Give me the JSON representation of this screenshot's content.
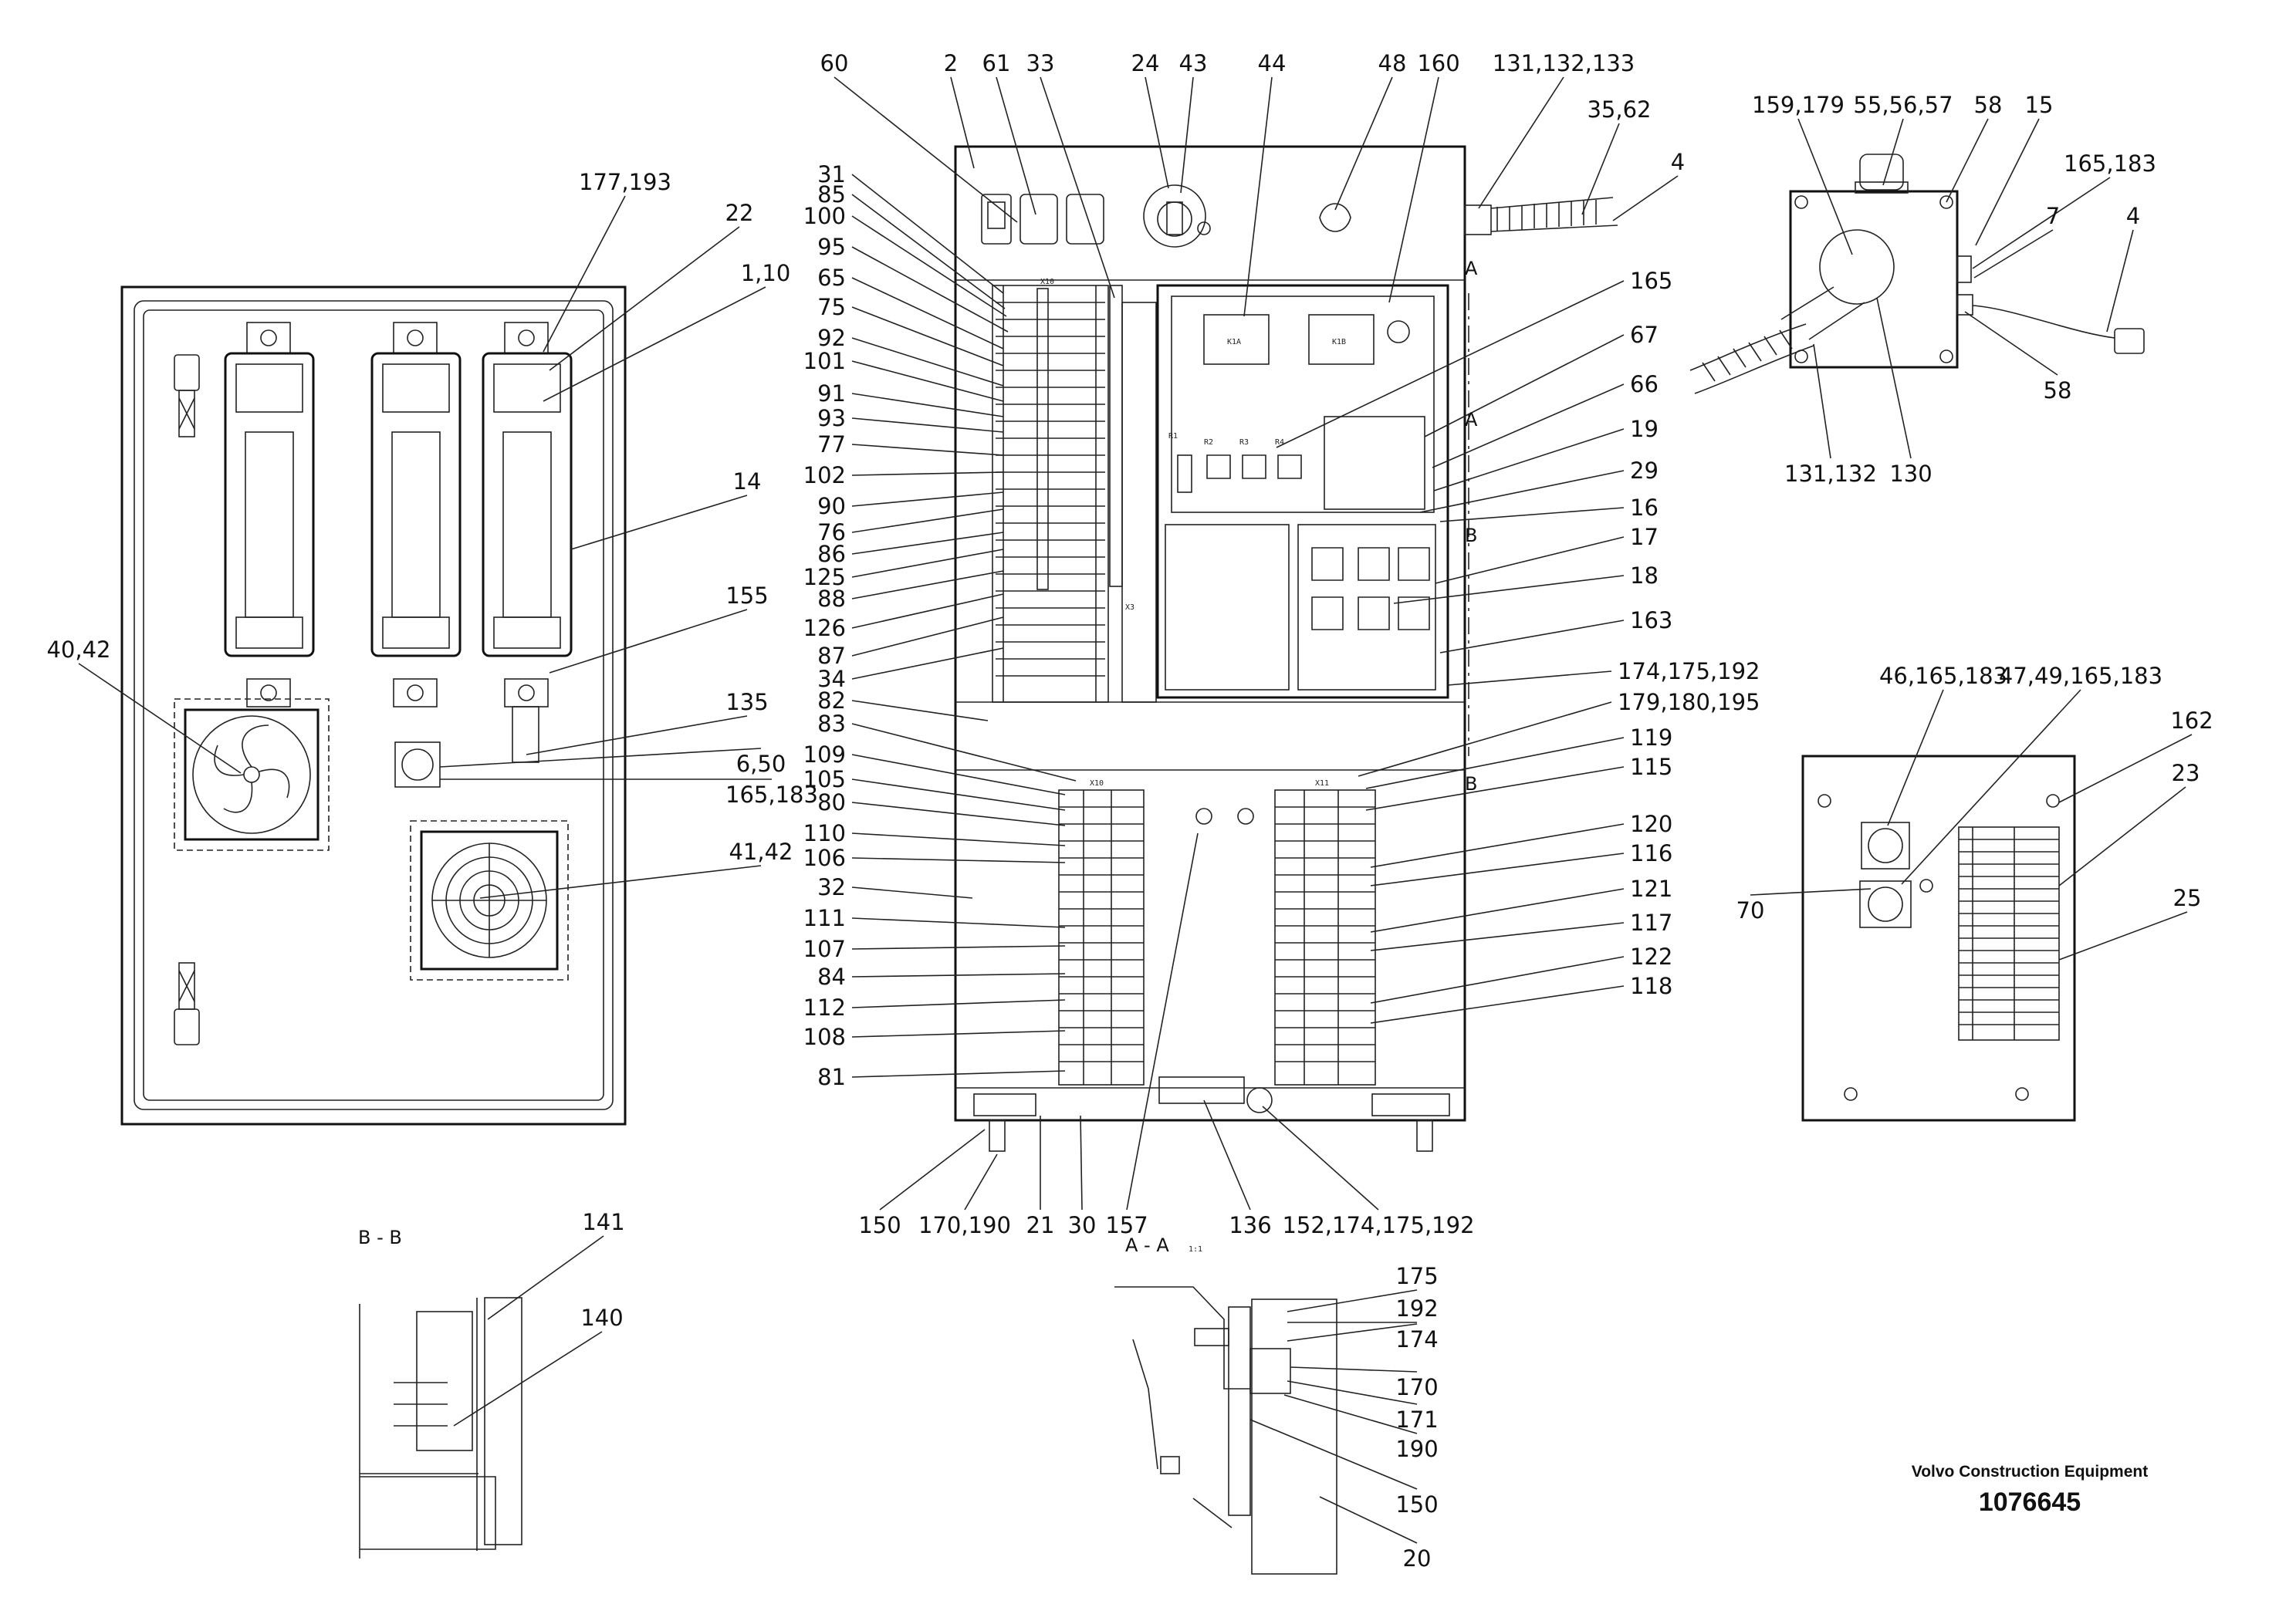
{
  "callouts": [
    "60",
    "2",
    "61",
    "33",
    "24",
    "43",
    "44",
    "48",
    "160",
    "131,132,133",
    "35,62",
    "4",
    "159,179",
    "55,56,57",
    "58",
    "15",
    "165,183",
    "7",
    "4",
    "58",
    "131,132",
    "130",
    "177,193",
    "22",
    "1,10",
    "14",
    "155",
    "40,42",
    "135",
    "6,50",
    "165,183",
    "41,42",
    "31",
    "85",
    "100",
    "95",
    "65",
    "75",
    "92",
    "101",
    "91",
    "93",
    "77",
    "102",
    "90",
    "76",
    "86",
    "125",
    "88",
    "126",
    "87",
    "34",
    "82",
    "83",
    "109",
    "105",
    "80",
    "110",
    "106",
    "32",
    "111",
    "107",
    "84",
    "112",
    "108",
    "81",
    "165",
    "67",
    "66",
    "19",
    "29",
    "16",
    "17",
    "18",
    "163",
    "174,175,192",
    "179,180,195",
    "119",
    "115",
    "120",
    "116",
    "121",
    "117",
    "122",
    "118",
    "150",
    "170,190",
    "21",
    "30",
    "157",
    "136",
    "152,174,175,192",
    "46,165,183",
    "47,49,165,183",
    "162",
    "23",
    "70",
    "25",
    "141",
    "140",
    "175",
    "192",
    "174",
    "170",
    "171",
    "190",
    "150",
    "20"
  ],
  "section_labels": [
    "B - B",
    "A - A",
    "A",
    "A",
    "B",
    "B"
  ],
  "section_scale": "1:1",
  "panel_labels": {
    "relays": [
      "R1",
      "R2",
      "R3",
      "R4"
    ],
    "contactors": [
      "K1A",
      "K1B"
    ],
    "terminal_top": "X10",
    "terminal_left": "X10",
    "terminal_right": "X11",
    "terminal_side": "X3"
  },
  "footer": {
    "manufacturer": "Volvo Construction Equipment",
    "drawing_number": "1076645"
  }
}
